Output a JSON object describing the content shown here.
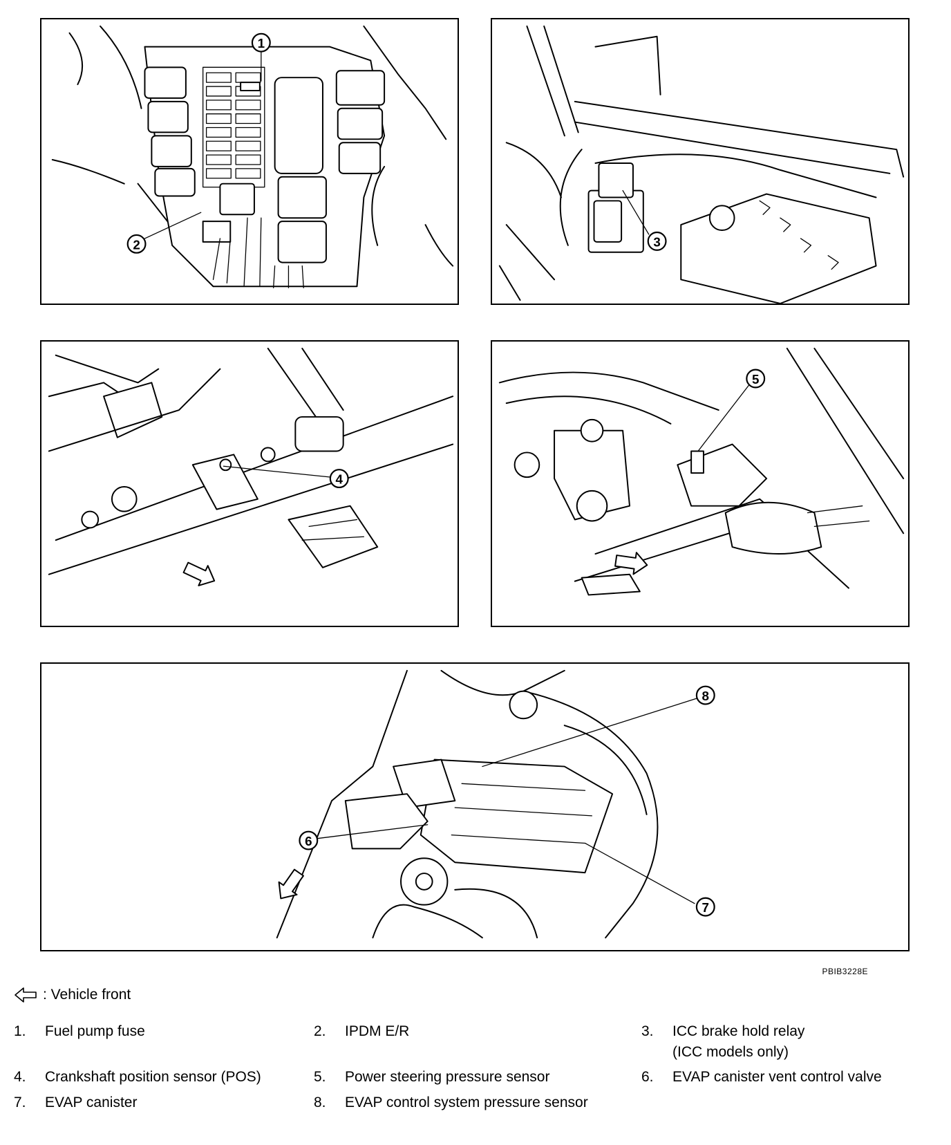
{
  "figure_code": "PBIB3228E",
  "vehicle_front_label": ": Vehicle front",
  "callouts": [
    "1",
    "2",
    "3",
    "4",
    "5",
    "6",
    "7",
    "8"
  ],
  "legend": [
    {
      "num": "1.",
      "text": "Fuel pump fuse"
    },
    {
      "num": "2.",
      "text": "IPDM E/R"
    },
    {
      "num": "3.",
      "text": "ICC brake hold relay",
      "text2": "(ICC models only)"
    },
    {
      "num": "4.",
      "text": "Crankshaft position sensor (POS)"
    },
    {
      "num": "5.",
      "text": "Power steering pressure sensor"
    },
    {
      "num": "6.",
      "text": "EVAP canister vent control valve"
    },
    {
      "num": "7.",
      "text": "EVAP canister"
    },
    {
      "num": "8.",
      "text": "EVAP control system pressure sensor"
    }
  ],
  "icons": {
    "front_arrow": "vehicle-front-arrow-icon"
  }
}
